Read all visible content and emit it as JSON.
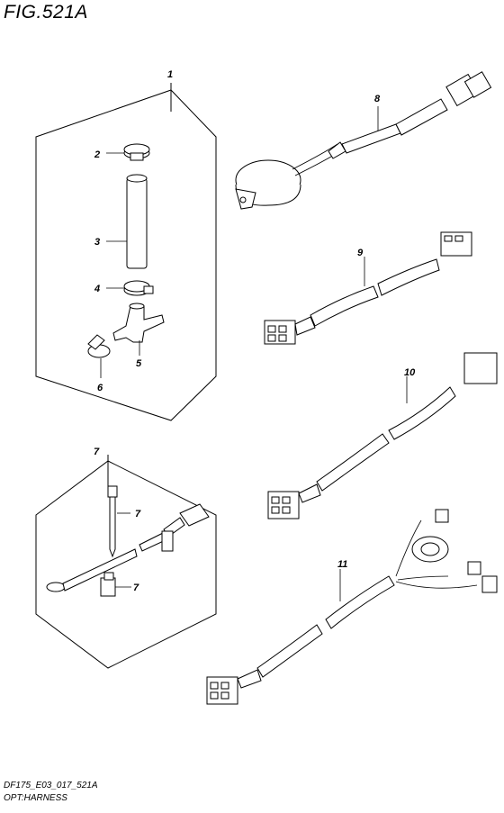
{
  "header": {
    "title": "FIG.521A"
  },
  "footer": {
    "code": "DF175_E03_017_521A",
    "caption": "OPT:HARNESS"
  },
  "callouts": [
    "1",
    "2",
    "3",
    "4",
    "5",
    "6",
    "7",
    "7",
    "7",
    "8",
    "9",
    "10",
    "11"
  ]
}
